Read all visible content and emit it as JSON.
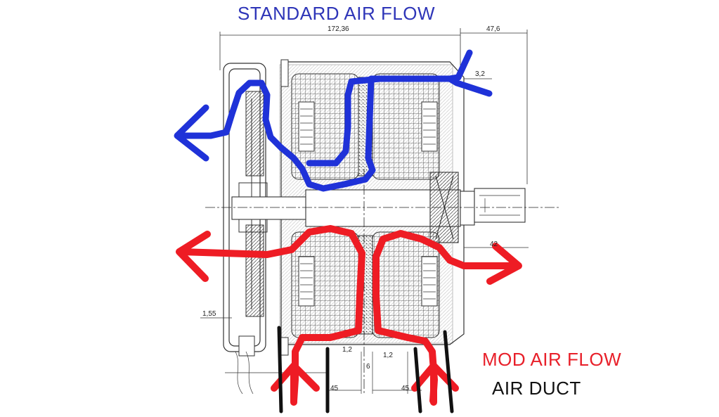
{
  "labels": {
    "standard_air_flow": "STANDARD AIR FLOW",
    "mod_air_flow": "MOD AIR FLOW",
    "air_duct": "AIR DUCT"
  },
  "dimensions": {
    "overall_length": "172,36",
    "shaft_length": "47,6",
    "top_gap": "3,2",
    "shaft_offset": "42",
    "cover_thickness": "1,55",
    "gap_left": "1,2",
    "gap_right": "1,2",
    "center_spacing": "6",
    "left_span": "45",
    "right_span": "45"
  },
  "colors": {
    "standard_flow": "#1f32d8",
    "mod_flow": "#ee1c24",
    "air_duct": "#111111",
    "drawing": "#333333",
    "title_blue": "#2e35b8"
  }
}
